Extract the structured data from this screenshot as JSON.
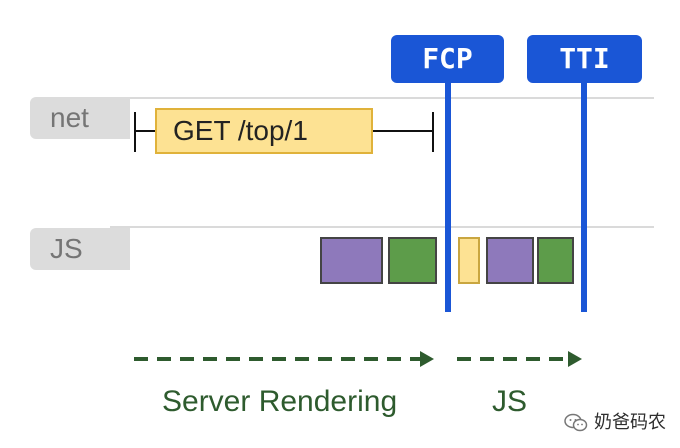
{
  "lanes": {
    "net_label": "net",
    "js_label": "JS"
  },
  "request": {
    "label": "GET /top/1"
  },
  "markers": {
    "fcp": "FCP",
    "tti": "TTI",
    "color": "#1a56d6"
  },
  "blocks": [
    {
      "kind": "script",
      "color": "#8e79bb"
    },
    {
      "kind": "render",
      "color": "#5d9c4a"
    },
    {
      "kind": "small",
      "color": "#fde293"
    },
    {
      "kind": "script",
      "color": "#8e79bb"
    },
    {
      "kind": "render",
      "color": "#5d9c4a"
    }
  ],
  "phases": {
    "server_rendering": "Server Rendering",
    "js": "JS",
    "arrow_color": "#2e5b2e"
  },
  "watermark": {
    "text": "奶爸码农",
    "icon": "wechat-icon"
  }
}
